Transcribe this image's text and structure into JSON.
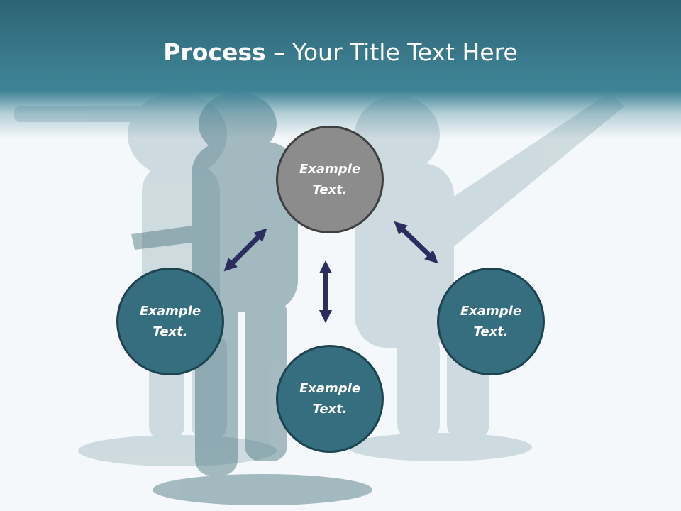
{
  "title": {
    "bold": "Process",
    "rest": " – Your Title Text Here"
  },
  "nodes": {
    "top": {
      "line1": "Example",
      "line2": "Text.",
      "fill": "#8c8c8c"
    },
    "left": {
      "line1": "Example",
      "line2": "Text.",
      "fill": "#356e7e"
    },
    "bottom": {
      "line1": "Example",
      "line2": "Text.",
      "fill": "#356e7e"
    },
    "right": {
      "line1": "Example",
      "line2": "Text.",
      "fill": "#356e7e"
    }
  },
  "colors": {
    "header": "#3c7f91",
    "arrow": "#2b2d5e",
    "circle_border": "#1d4350"
  },
  "icons": {
    "arrows": "double-headed-arrow"
  }
}
